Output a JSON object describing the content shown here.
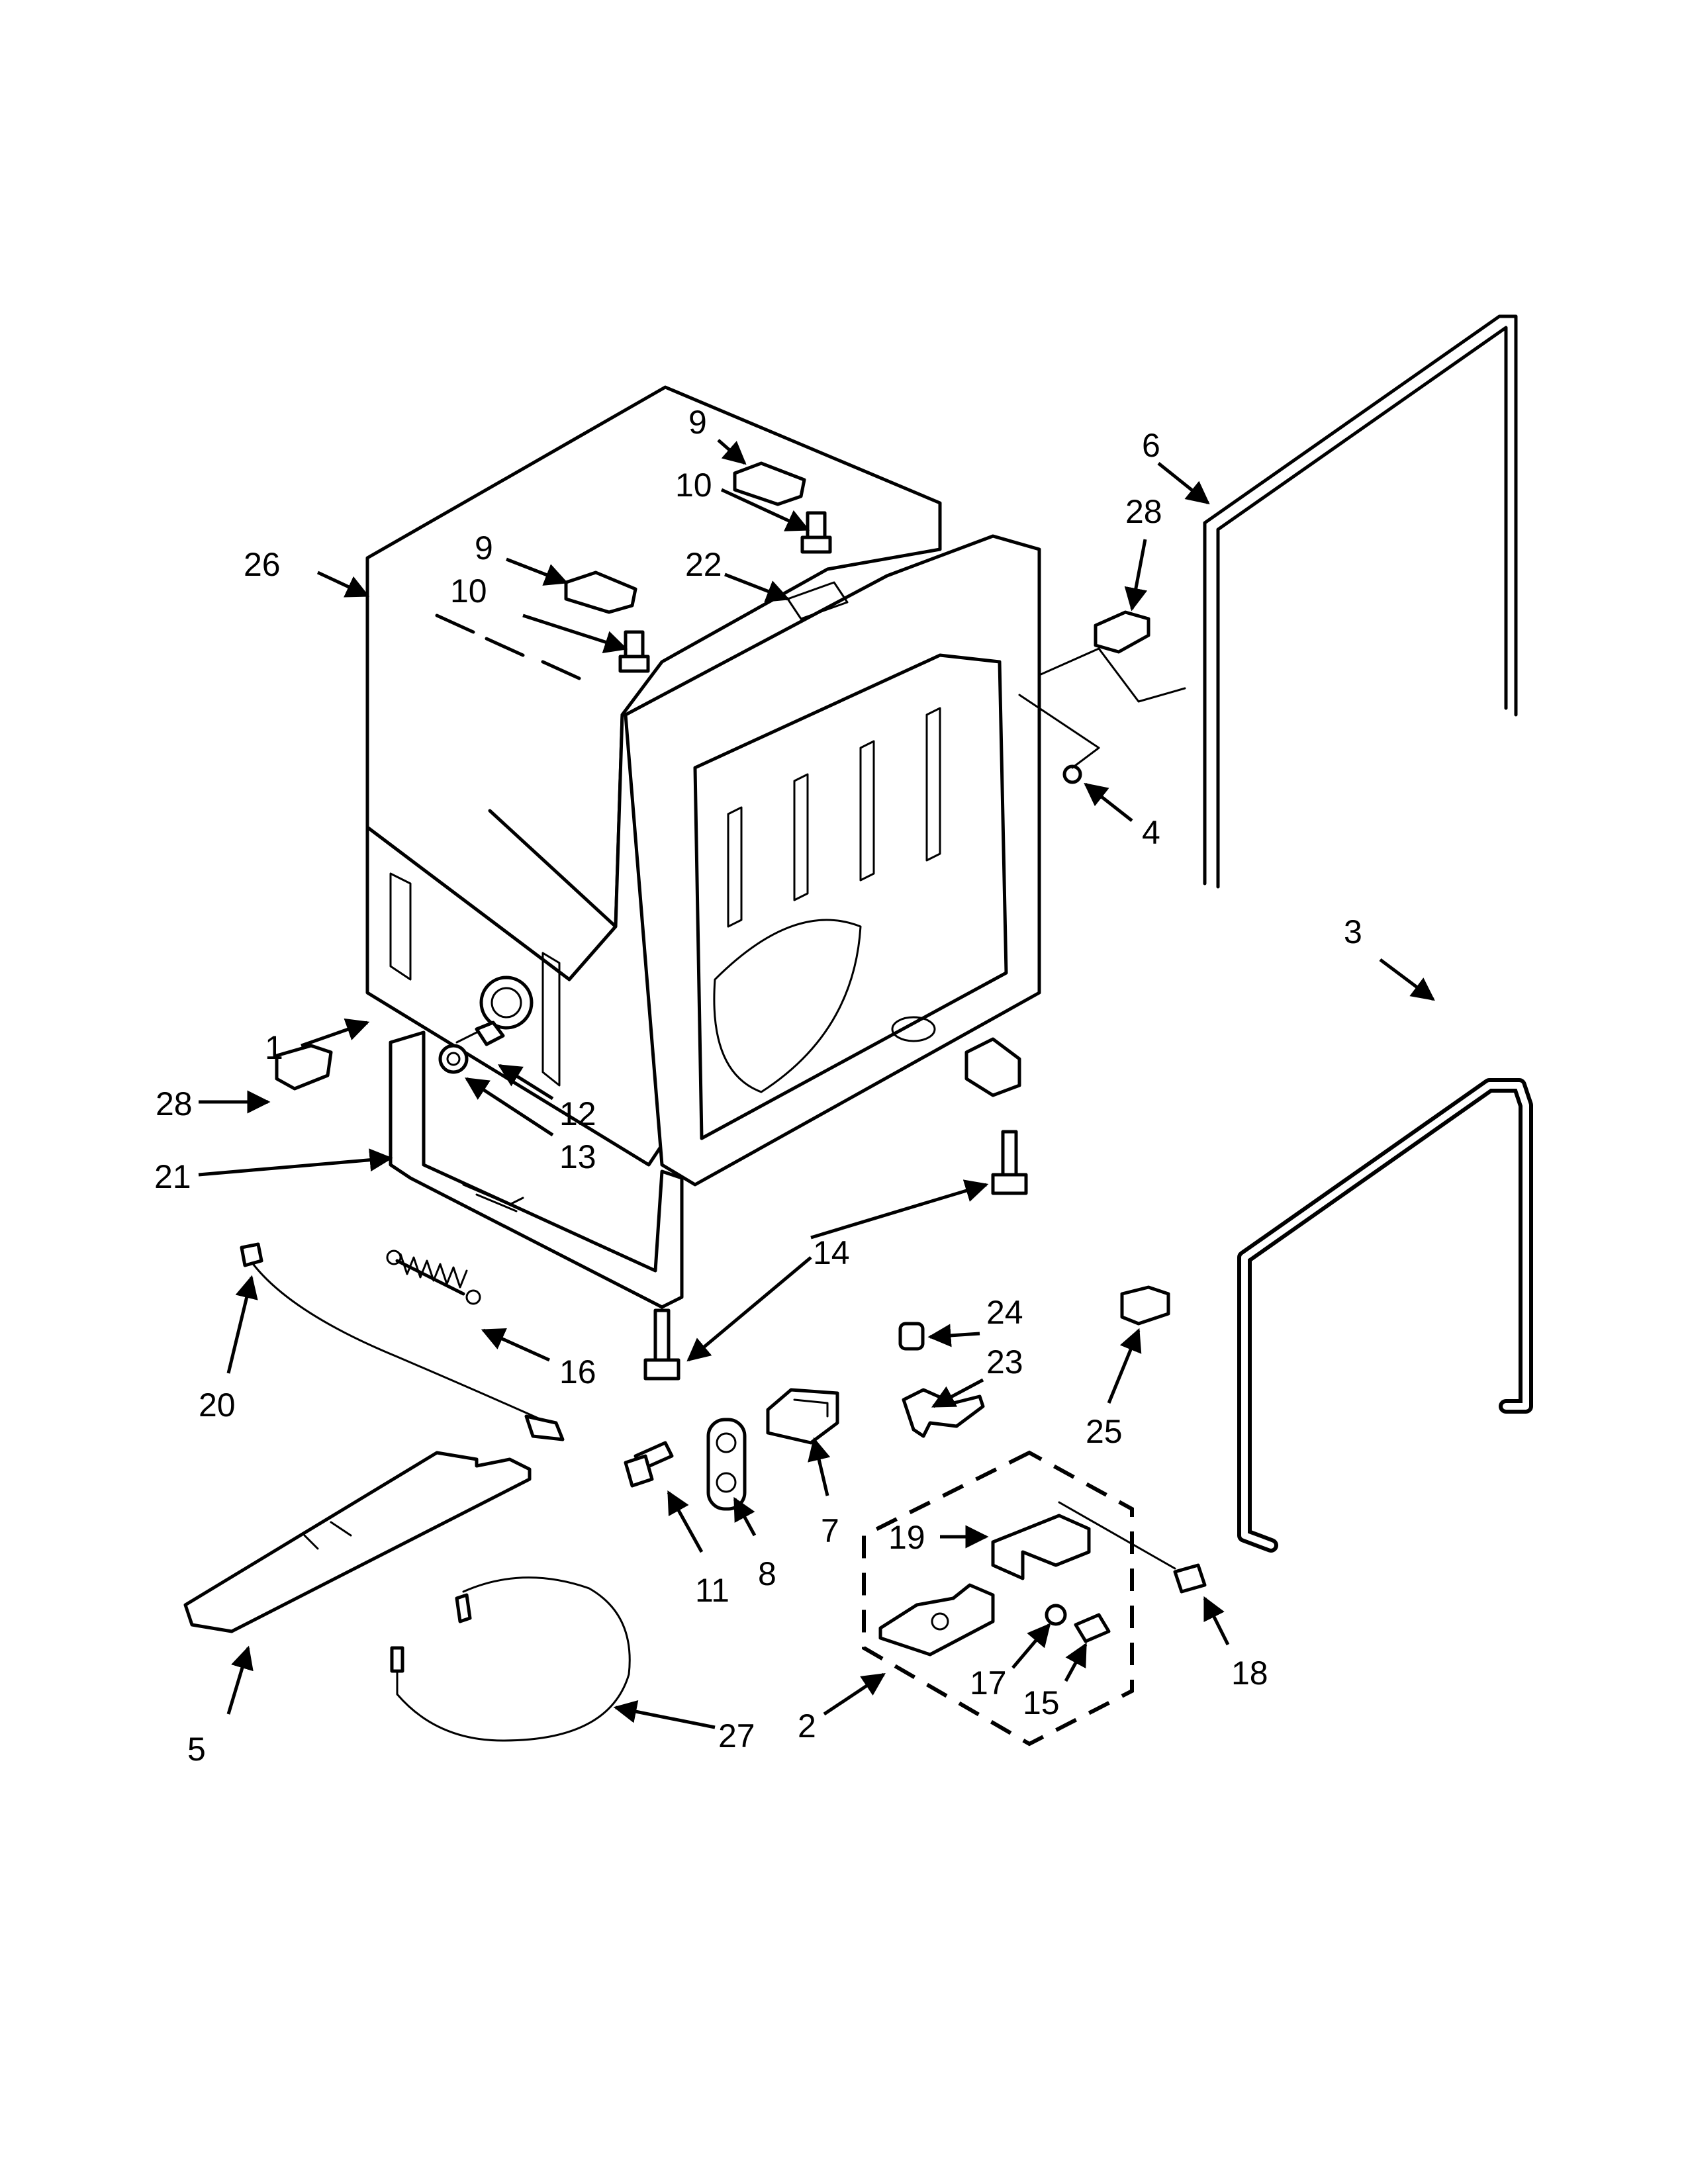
{
  "callouts": [
    {
      "id": "1",
      "text": "1"
    },
    {
      "id": "2",
      "text": "2"
    },
    {
      "id": "3",
      "text": "3"
    },
    {
      "id": "4",
      "text": "4"
    },
    {
      "id": "5",
      "text": "5"
    },
    {
      "id": "6",
      "text": "6"
    },
    {
      "id": "7",
      "text": "7"
    },
    {
      "id": "8",
      "text": "8"
    },
    {
      "id": "9a",
      "text": "9"
    },
    {
      "id": "9b",
      "text": "9"
    },
    {
      "id": "10a",
      "text": "10"
    },
    {
      "id": "10b",
      "text": "10"
    },
    {
      "id": "11",
      "text": "11"
    },
    {
      "id": "12",
      "text": "12"
    },
    {
      "id": "13",
      "text": "13"
    },
    {
      "id": "14",
      "text": "14"
    },
    {
      "id": "15",
      "text": "15"
    },
    {
      "id": "16",
      "text": "16"
    },
    {
      "id": "17",
      "text": "17"
    },
    {
      "id": "18",
      "text": "18"
    },
    {
      "id": "19",
      "text": "19"
    },
    {
      "id": "20",
      "text": "20"
    },
    {
      "id": "21",
      "text": "21"
    },
    {
      "id": "22",
      "text": "22"
    },
    {
      "id": "23",
      "text": "23"
    },
    {
      "id": "24",
      "text": "24"
    },
    {
      "id": "25",
      "text": "25"
    },
    {
      "id": "26",
      "text": "26"
    },
    {
      "id": "27",
      "text": "27"
    },
    {
      "id": "28a",
      "text": "28"
    },
    {
      "id": "28b",
      "text": "28"
    }
  ]
}
